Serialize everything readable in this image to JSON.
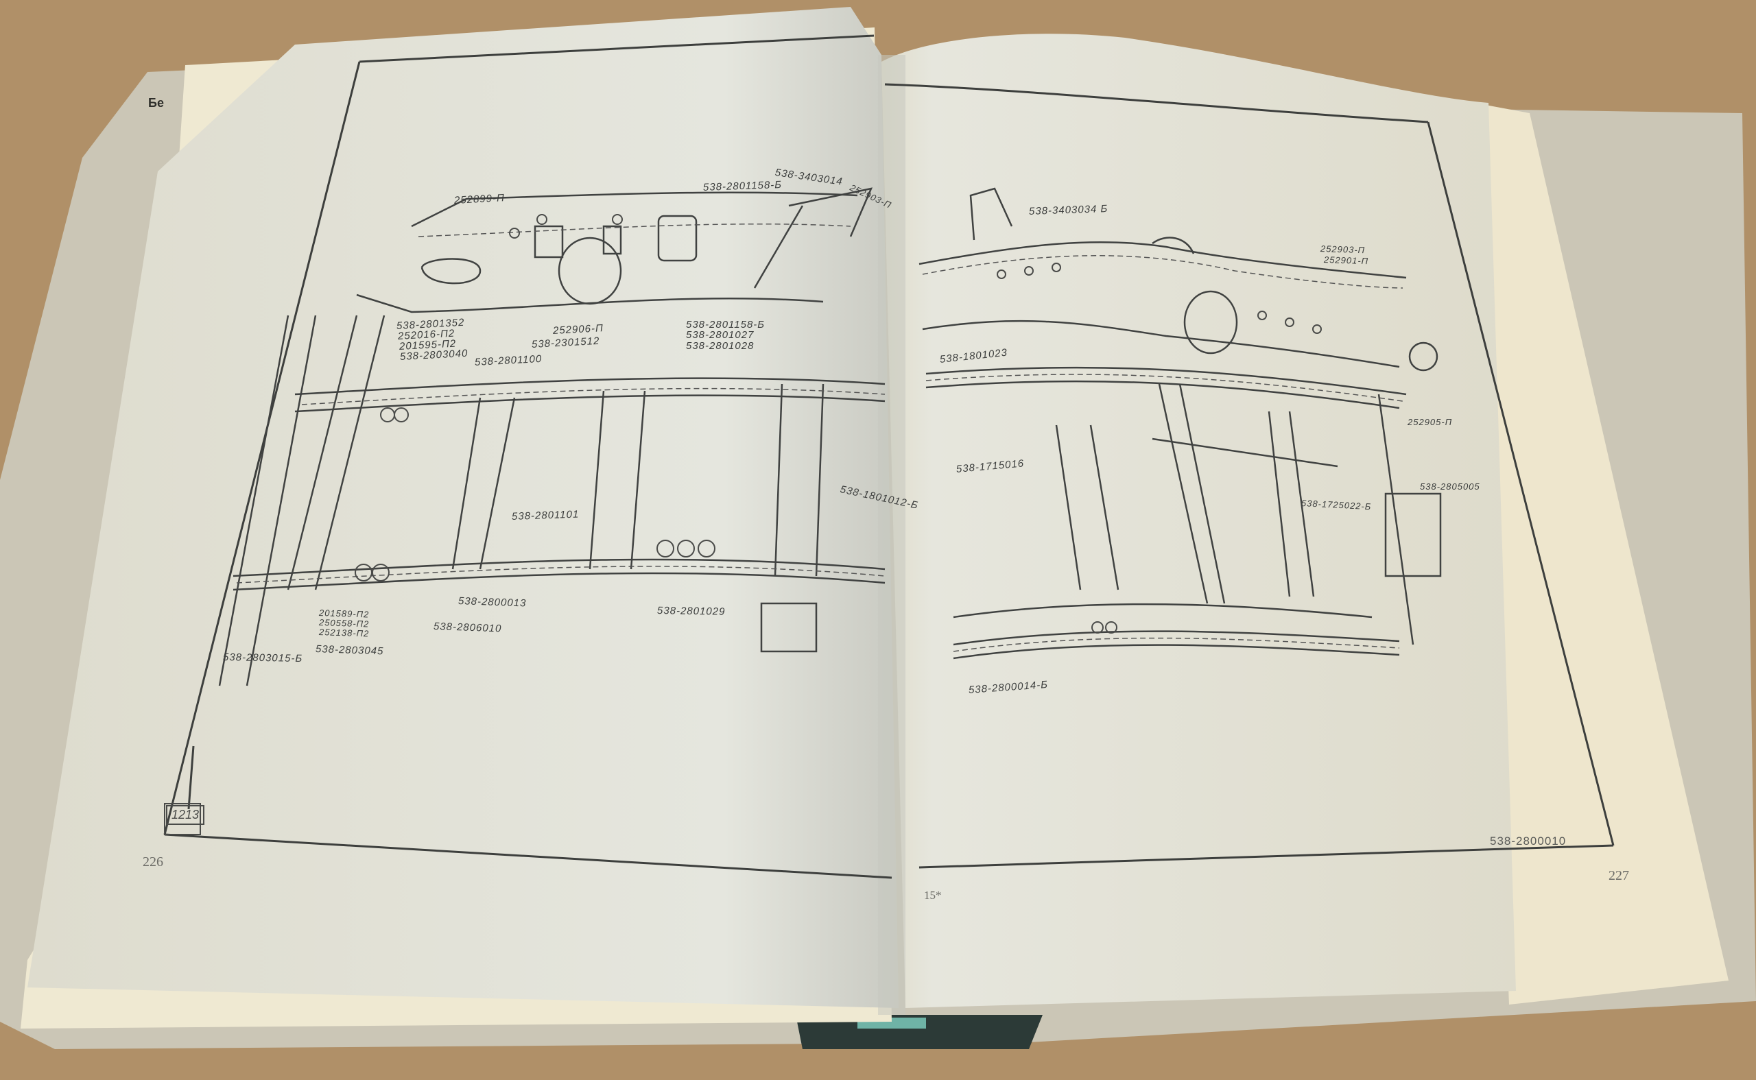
{
  "cover": {
    "spine_fragment": "Бе"
  },
  "left_page": {
    "page_number": "226",
    "figure_box": "1213",
    "labels": {
      "l1": "252899-П",
      "l2": "538-3403014",
      "l3": "538-2801158-Б",
      "l4": "252903-П",
      "l5": "538-2801352",
      "l6": "252016-П2",
      "l7": "201595-П2",
      "l8": "538-2803040",
      "l9": "538-2801100",
      "l10": "252906-П",
      "l11": "538-2301512",
      "l12": "538-2801158-Б",
      "l13": "538-2801027",
      "l14": "538-2801028",
      "l15": "538-2801101",
      "l16": "538-2800013",
      "l17": "538-2806010",
      "l18": "201589-П2",
      "l19": "250558-П2",
      "l20": "252138-П2",
      "l21": "538-2803045",
      "l22": "538-2803015-Б",
      "l23": "538-2801029",
      "l24": "538-1801012-Б"
    }
  },
  "right_page": {
    "page_number": "227",
    "signature_mark": "15*",
    "drawing_number": "538-2800010",
    "labels": {
      "r1": "538-3403034 Б",
      "r2": "252903-П",
      "r3": "252901-П",
      "r4": "538-1801023",
      "r5": "538-1715016",
      "r6": "538-1725022-Б",
      "r7": "252905-П",
      "r8": "538-2805005",
      "r9": "538-2800014-Б"
    }
  },
  "colors": {
    "cardboard": "#b09068",
    "page": "#e2e3da",
    "ink": "#3b3d3c",
    "cover": "#cbc6b6"
  }
}
